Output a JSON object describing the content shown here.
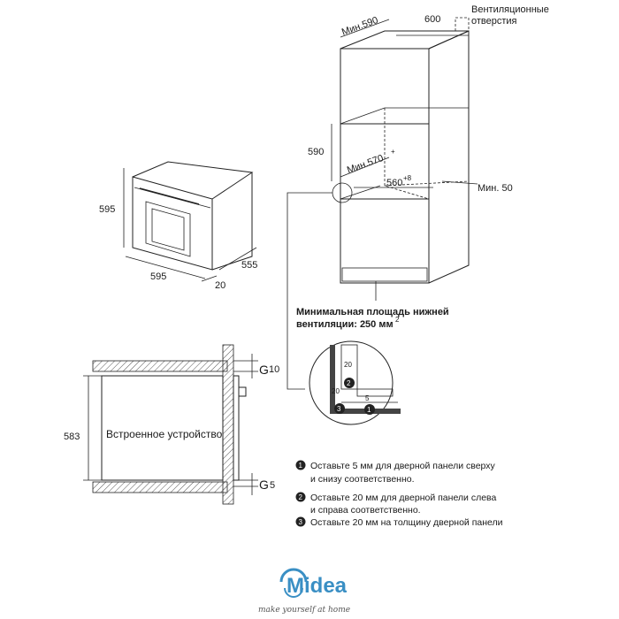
{
  "cabinet": {
    "width_min": "Мин.590",
    "depth": "600",
    "vent_label_line1": "Вентиляционные",
    "vent_label_line2": "отверстия",
    "niche_height": "590",
    "niche_depth_min": "Мин.570",
    "niche_depth_sup": "+",
    "niche_width": "560",
    "niche_width_sup": "+8",
    "rear_gap": "Мин. 50",
    "bottom_vent_line1": "Минимальная площадь нижней",
    "bottom_vent_line2": "вентиляции: 250 мм",
    "bottom_vent_sup": "2"
  },
  "oven": {
    "height": "595",
    "width": "595",
    "depth": "555",
    "door": "20"
  },
  "section": {
    "height": "583",
    "label": "Встроенное устройство",
    "gap_top": "10",
    "gap_bottom": "5",
    "gap_top_letter": "G",
    "gap_bottom_letter": "G"
  },
  "detail": {
    "v_top": "20",
    "v_mid": "20",
    "h_small": "5",
    "marker1": "1",
    "marker2": "2",
    "marker3": "3"
  },
  "notes": [
    {
      "num": "1",
      "line1": "Оставьте 5 мм для дверной панели сверху",
      "line2": "и снизу соответственно."
    },
    {
      "num": "2",
      "line1": "Оставьте 20 мм для дверной панели слева",
      "line2": "и справа соответственно."
    },
    {
      "num": "3",
      "line1": "Оставьте 20 мм на толщину дверной панели",
      "line2": ""
    }
  ],
  "brand": {
    "name": "Midea",
    "tagline": "make yourself at home",
    "color": "#3a8fc4"
  }
}
